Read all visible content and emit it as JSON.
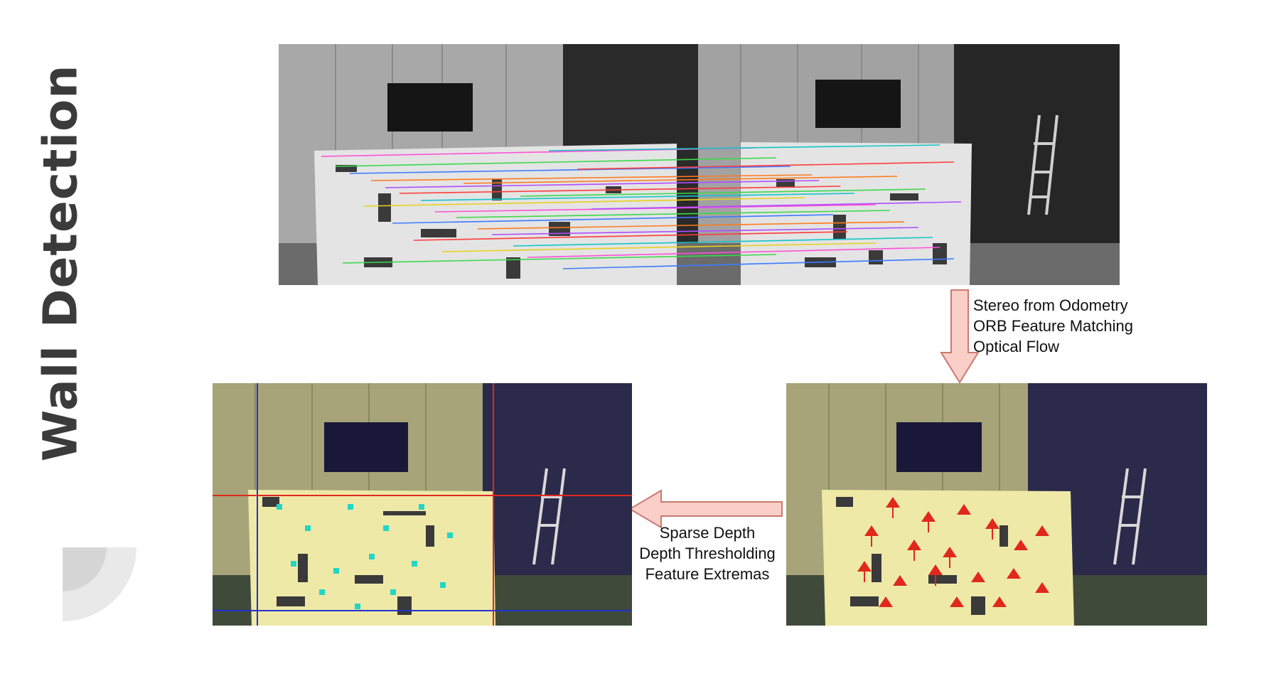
{
  "title": "Wall Detection",
  "colors": {
    "title": "#3b3b3b",
    "arrow_fill": "#f9cfc8",
    "arrow_stroke": "#c97a72",
    "wall_tint": "#efe9a8",
    "blue_line": "#2233cc",
    "red_line": "#e0281c",
    "feature_cyan": "#22d6c6",
    "flow_red": "#e0281c"
  },
  "images": {
    "stereo": {
      "name": "stereo-feature-matching-image",
      "type": "grayscale stereo pair with colored ORB match lines"
    },
    "flow": {
      "name": "optical-flow-image",
      "type": "tinted frame with red optical flow arrows"
    },
    "wall": {
      "name": "wall-bounds-image",
      "type": "tinted frame with cyan features, blue and red boundary lines"
    }
  },
  "captions": {
    "step1": [
      "Stereo from Odometry",
      "ORB Feature Matching",
      "Optical Flow"
    ],
    "step2": [
      "Sparse Depth",
      "Depth Thresholding",
      "Feature Extremas"
    ]
  },
  "icons": {
    "arrows": [
      "down-arrow-icon",
      "left-arrow-icon"
    ],
    "decor": "quarter-circle-decor-icon"
  }
}
